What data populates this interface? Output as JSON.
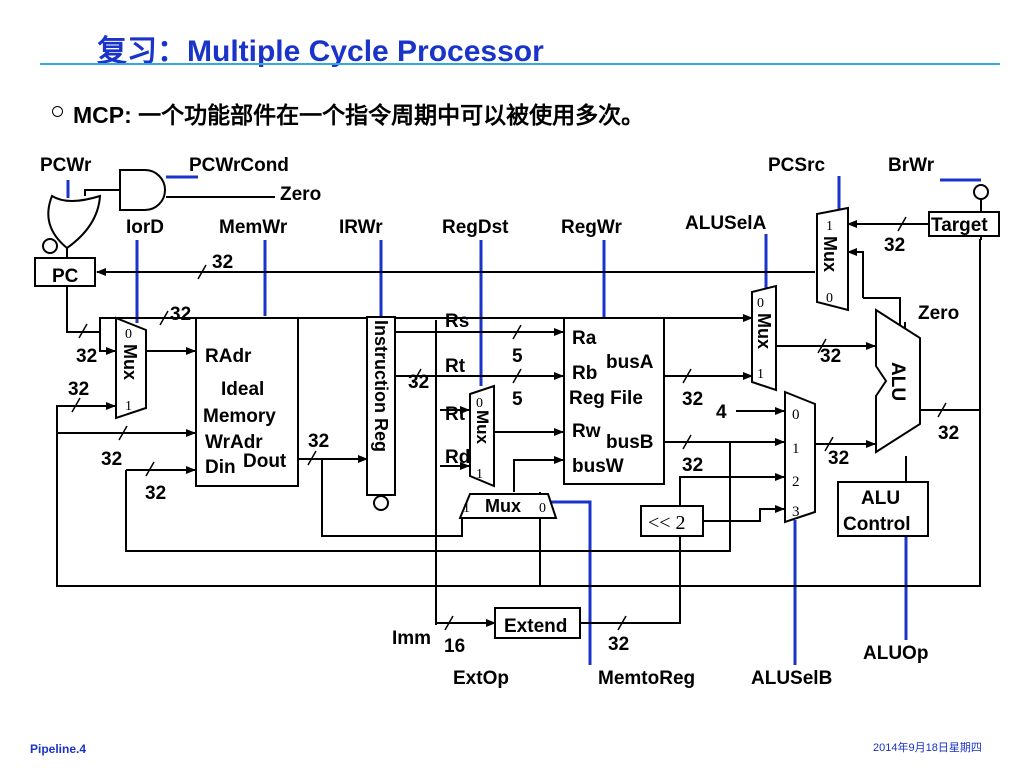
{
  "slide": {
    "title": "复习：Multiple Cycle Processor",
    "bullet_label": "MCP:",
    "bullet_text": " 一个功能部件在一个指令周期中可以被使用多次。",
    "footer_left": "Pipeline.4",
    "footer_right": "2014年9月18日星期四"
  },
  "colors": {
    "title": "#1a33c8",
    "rule": "#33aadd",
    "control": "#1a33c8",
    "wire": "#000000"
  },
  "diagram": {
    "control_signals": {
      "pcwr": "PCWr",
      "pcwrcond": "PCWrCond",
      "zero_in": "Zero",
      "iord": "IorD",
      "memwr": "MemWr",
      "irwr": "IRWr",
      "regdst": "RegDst",
      "regwr": "RegWr",
      "alusela": "ALUSelA",
      "pcsrc": "PCSrc",
      "brwr": "BrWr",
      "extop": "ExtOp",
      "memtoreg": "MemtoReg",
      "aluselb": "ALUSelB",
      "aluop": "ALUOp"
    },
    "blocks": {
      "pc": "PC",
      "memory_line1": "Ideal",
      "memory_line2": "Memory",
      "memory_radr": "RAdr",
      "memory_wradr": "WrAdr",
      "memory_din": "Din",
      "memory_dout": "Dout",
      "ir": "Instruction Reg",
      "rf_ra": "Ra",
      "rf_rb": "Rb",
      "rf_rw": "Rw",
      "rf_name": "Reg File",
      "rf_busa": "busA",
      "rf_busb": "busB",
      "rf_busw": "busW",
      "alu": "ALU",
      "alu_zero": "Zero",
      "alu_control_line1": "ALU",
      "alu_control_line2": "Control",
      "extend": "Extend",
      "shift": "<< 2",
      "target": "Target",
      "mux": "Mux"
    },
    "fields": {
      "rs": "Rs",
      "rt1": "Rt",
      "rt2": "Rt",
      "rd": "Rd",
      "imm": "Imm"
    },
    "widths": {
      "w32_pc": "32",
      "w32_pc2": "32",
      "w32_mux_in0": "32",
      "w32_mux_in1": "32",
      "w32_din": "32",
      "w32_din2": "32",
      "w32_dout": "32",
      "w32_ir": "32",
      "w5_ra": "5",
      "w5_rb": "5",
      "w32_busa": "32",
      "w32_busb": "32",
      "w32_alua": "32",
      "w32_alub": "32",
      "w32_aluout": "32",
      "w32_target": "32",
      "w32_ext": "32",
      "w16_imm": "16",
      "const4": "4"
    },
    "mux_inputs": {
      "zero": "0",
      "one": "1",
      "two": "2",
      "three": "3"
    }
  }
}
